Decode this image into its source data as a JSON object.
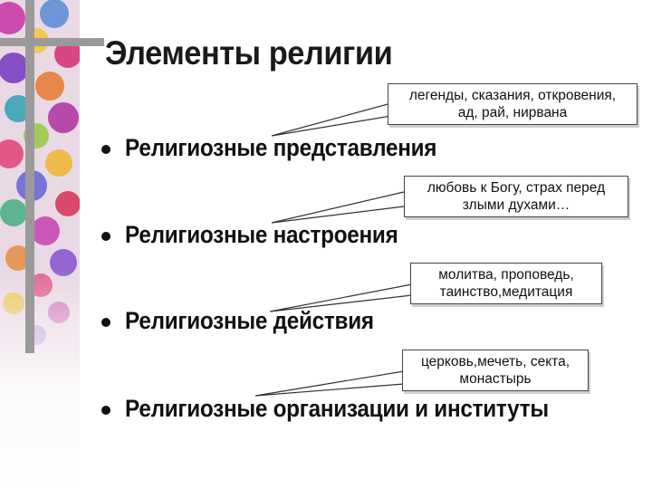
{
  "slide": {
    "title": "Элементы религии",
    "items": [
      {
        "label": "Религиозные представления",
        "callout": [
          "легенды, сказания, откровения,",
          "ад, рай, нирвана"
        ]
      },
      {
        "label": "Религиозные настроения",
        "callout": [
          "любовь к Богу, страх перед",
          "злыми духами…"
        ]
      },
      {
        "label": "Религиозные действия",
        "callout": [
          "молитва, проповедь,",
          "таинство,медитация"
        ]
      },
      {
        "label": "Религиозные организации и институты",
        "callout": [
          "церковь,мечеть, секта,",
          "монастырь"
        ]
      }
    ]
  },
  "colors": {
    "text": "#111111",
    "decoration_bar": "#9a9a9a",
    "callout_border": "#444444",
    "background": "#ffffff"
  }
}
